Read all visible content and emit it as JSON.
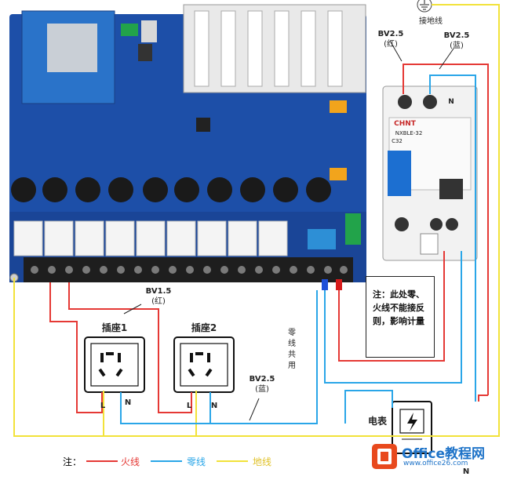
{
  "labels": {
    "earth_symbol_label": "接地线",
    "bv_red_top": "BV2.5",
    "bv_red_top_color": "(红)",
    "bv_blue_top": "BV2.5",
    "bv_blue_top_color": "(蓝)",
    "bv_small": "BV1.5",
    "bv_small_color": "(红)",
    "bv_bottom": "BV2.5",
    "bv_bottom_color": "(蓝)",
    "neutral_shared": "零线共用",
    "socket1": "插座1",
    "socket2": "插座2",
    "socket_l": "L",
    "socket_n": "N",
    "meter": "电表",
    "meter_n": "N",
    "breaker_brand": "CHNT",
    "breaker_model": "NXBLE-32",
    "breaker_rating": "C32",
    "breaker_n": "N",
    "note_text": "注：此处零、火线不能接反则，影响计量"
  },
  "legend": {
    "prefix": "注：",
    "live": "火线",
    "neutral": "零线",
    "earth": "地线"
  },
  "colors": {
    "live": "#e53935",
    "neutral": "#2aa6e8",
    "earth": "#f2e23a",
    "board": "#1d4fa8"
  },
  "watermark": {
    "title": "Office教程网",
    "sub": "www.office26.com"
  }
}
